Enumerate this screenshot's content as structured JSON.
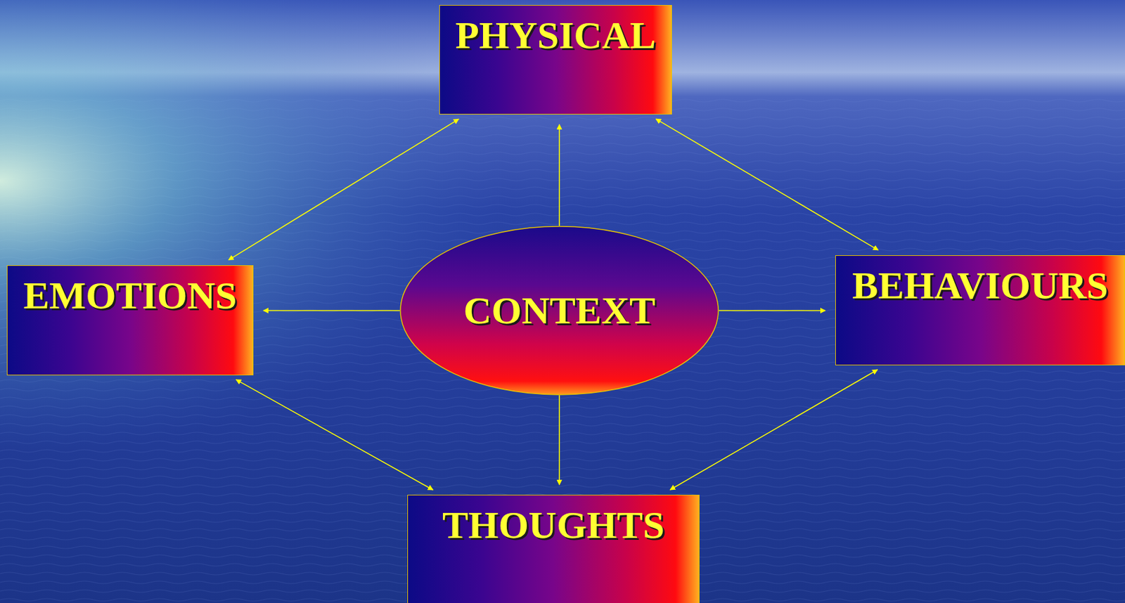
{
  "diagram": {
    "nodes": [
      {
        "text": [
          "PHYSICAL"
        ]
      },
      {
        "text": [
          "EMOTIONS"
        ]
      },
      {
        "text": [
          "CONTEXT"
        ]
      },
      {
        "text": [
          "BEHAVIOURS"
        ]
      },
      {
        "text": [
          "THOUGHTS"
        ]
      }
    ],
    "edges": [
      {
        "from": 2,
        "to": 0,
        "arrow": "to"
      },
      {
        "from": 2,
        "to": 1,
        "arrow": "to"
      },
      {
        "from": 2,
        "to": 3,
        "arrow": "to"
      },
      {
        "from": 2,
        "to": 4,
        "arrow": "to"
      },
      {
        "from": 0,
        "to": 1,
        "arrow": "both"
      },
      {
        "from": 0,
        "to": 3,
        "arrow": "both"
      },
      {
        "from": 1,
        "to": 4,
        "arrow": "both"
      },
      {
        "from": 3,
        "to": 4,
        "arrow": "both"
      }
    ]
  }
}
